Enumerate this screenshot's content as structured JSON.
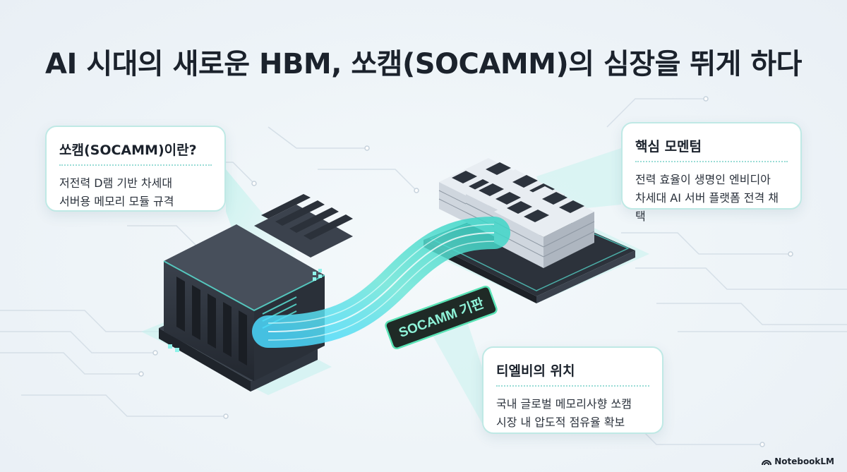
{
  "title": "AI 시대의 새로운 HBM, 쏘캠(SOCAMM)의 심장을 뛰게 하다",
  "cards": {
    "socamm": {
      "title": "쏘캠(SOCAMM)이란?",
      "lines": [
        "저전력 D램 기반 차세대",
        "서버용 메모리 모듈 규격"
      ]
    },
    "momentum": {
      "title": "핵심 모멘텀",
      "lines": [
        "전력 효율이 생명인 엔비디아",
        "차세대 AI 서버 플랫폼 전격 채택"
      ]
    },
    "position": {
      "title": "티엘비의 위치",
      "lines": [
        "국내 글로벌 메모리사향 쏘캠",
        "시장 내 압도적 점유율 확보"
      ]
    }
  },
  "cable_label": "SOCAMM 기판",
  "footer": {
    "brand": "NotebookLM",
    "icon": "notebooklm-logo-icon"
  },
  "colors": {
    "accent": "#3fd6c8",
    "glow": "#5fe7ff",
    "dark": "#2b313b",
    "card_border": "#bfe9e5"
  }
}
